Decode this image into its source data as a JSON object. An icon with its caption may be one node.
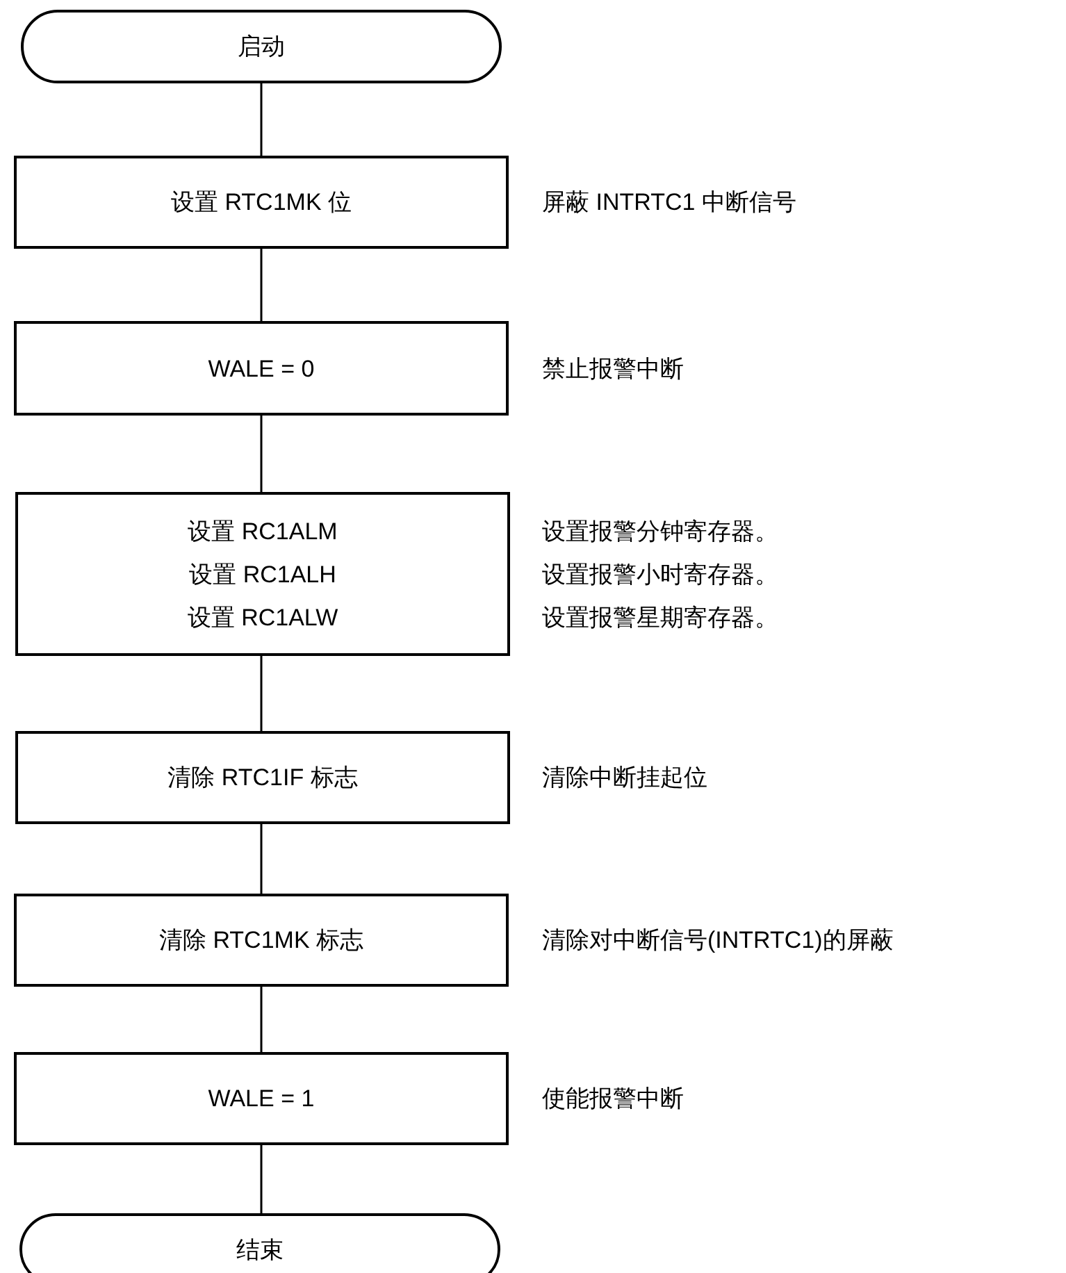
{
  "diagram": {
    "nodes": [
      {
        "text": [
          "启动"
        ]
      },
      {
        "text": [
          "设置 RTC1MK 位"
        ],
        "beside": [
          "屏蔽 INTRTC1 中断信号"
        ]
      },
      {
        "text": [
          "WALE = 0"
        ],
        "beside": [
          "禁止报警中断"
        ]
      },
      {
        "text": [
          "设置 RC1ALM",
          "设置 RC1ALH",
          "设置 RC1ALW"
        ],
        "beside": [
          "设置报警分钟寄存器。",
          "设置报警小时寄存器。",
          "设置报警星期寄存器。"
        ]
      },
      {
        "text": [
          "清除 RTC1IF 标志"
        ],
        "beside": [
          "清除中断挂起位"
        ]
      },
      {
        "text": [
          "清除 RTC1MK 标志"
        ],
        "beside": [
          "清除对中断信号(INTRTC1)的屏蔽"
        ]
      },
      {
        "text": [
          "WALE = 1"
        ],
        "beside": [
          "使能报警中断"
        ]
      },
      {
        "text": [
          "结束"
        ]
      }
    ],
    "edges": [
      {
        "from": 0,
        "to": 1,
        "arrow": "none"
      },
      {
        "from": 1,
        "to": 2,
        "arrow": "none"
      },
      {
        "from": 2,
        "to": 3,
        "arrow": "none"
      },
      {
        "from": 3,
        "to": 4,
        "arrow": "none"
      },
      {
        "from": 4,
        "to": 5,
        "arrow": "none"
      },
      {
        "from": 5,
        "to": 6,
        "arrow": "none"
      },
      {
        "from": 6,
        "to": 7,
        "arrow": "none"
      }
    ]
  }
}
